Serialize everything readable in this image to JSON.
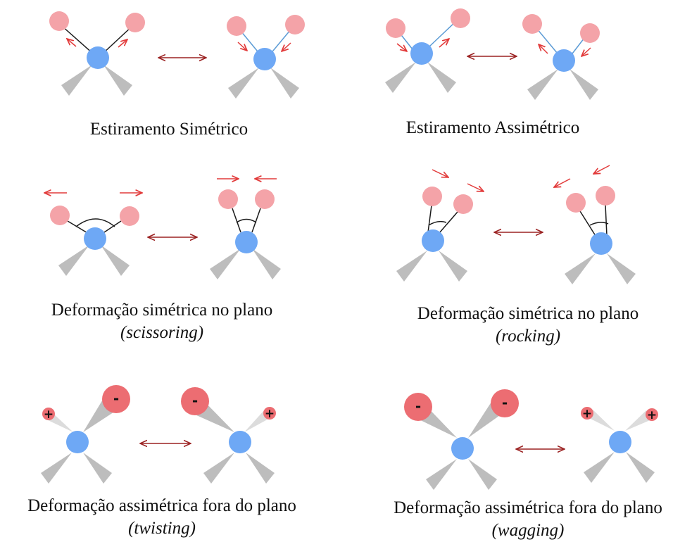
{
  "colors": {
    "central_atom": "#6ea8f5",
    "peripheral_atom": "#f4a3a8",
    "charged_atom": "#ec6d72",
    "wedge": "#bdbdbd",
    "motion_arrow": "#e23a3a",
    "exchange_arrow": "#9b2222",
    "bond": "#1a1a1a",
    "stretched_bond": "#5b9bd5"
  },
  "modes": [
    {
      "id": "symmetric-stretch",
      "title": "Estiramento Simétrico",
      "subtitle": ""
    },
    {
      "id": "asymmetric-stretch",
      "title": "Estiramento Assimétrico",
      "subtitle": ""
    },
    {
      "id": "scissoring",
      "title": "Deformação simétrica no plano",
      "subtitle": "(scissoring)"
    },
    {
      "id": "rocking",
      "title": "Deformação simétrica no plano",
      "subtitle": "(rocking)"
    },
    {
      "id": "twisting",
      "title": "Deformação assimétrica fora do plano",
      "subtitle": "(twisting)"
    },
    {
      "id": "wagging",
      "title": "Deformação assimétrica fora do plano",
      "subtitle": "(wagging)"
    }
  ],
  "charge_symbols": {
    "plus": "+",
    "minus": "-"
  }
}
